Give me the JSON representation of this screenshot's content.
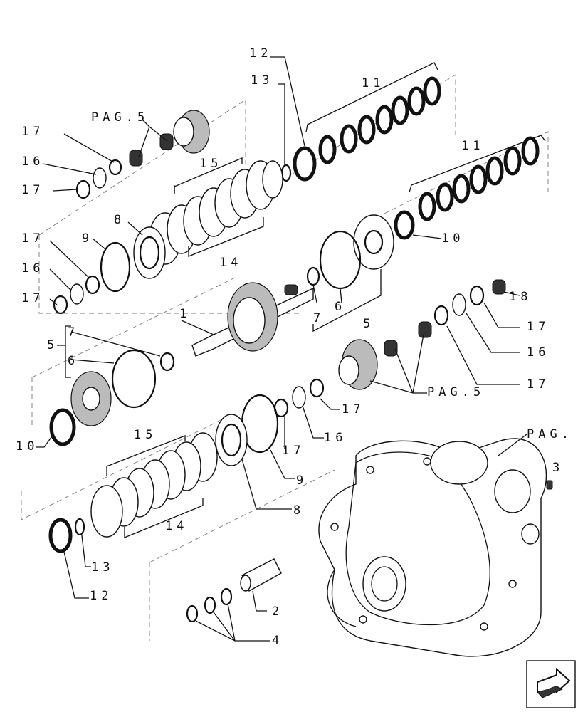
{
  "labels": {
    "p1": "1",
    "p2": "2",
    "p3": "3",
    "p4": "4",
    "p5": "5",
    "p6": "6",
    "p7": "7",
    "p8": "8",
    "p9": "9",
    "p10": "10",
    "p11": "11",
    "p12": "12",
    "p13": "13",
    "p14": "14",
    "p15": "15",
    "p16": "16",
    "p17": "17",
    "p18": "18",
    "pag5": "PAG.5",
    "pag": "PAG."
  },
  "nav": {
    "icon": "next-page-arrow-icon"
  }
}
